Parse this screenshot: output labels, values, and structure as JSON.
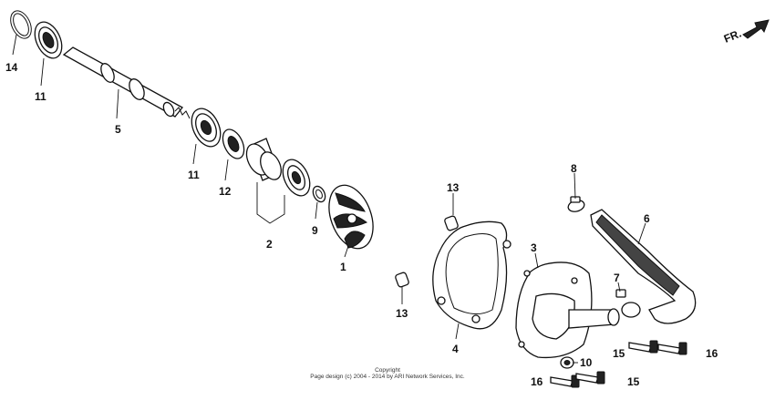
{
  "direction_label": "FR.",
  "callouts": {
    "c14": "14",
    "c11a": "11",
    "c5": "5",
    "c11b": "11",
    "c12": "12",
    "c2": "2",
    "c9": "9",
    "c1": "1",
    "c13a": "13",
    "c13b": "13",
    "c4": "4",
    "c3": "3",
    "c8": "8",
    "c6": "6",
    "c7": "7",
    "c10": "10",
    "c15a": "15",
    "c16a": "16",
    "c16b": "16",
    "c15b": "15"
  },
  "copyright": {
    "line1": "Copyright",
    "line2": "Page design (c) 2004 - 2014 by ARI Network Services, Inc."
  }
}
